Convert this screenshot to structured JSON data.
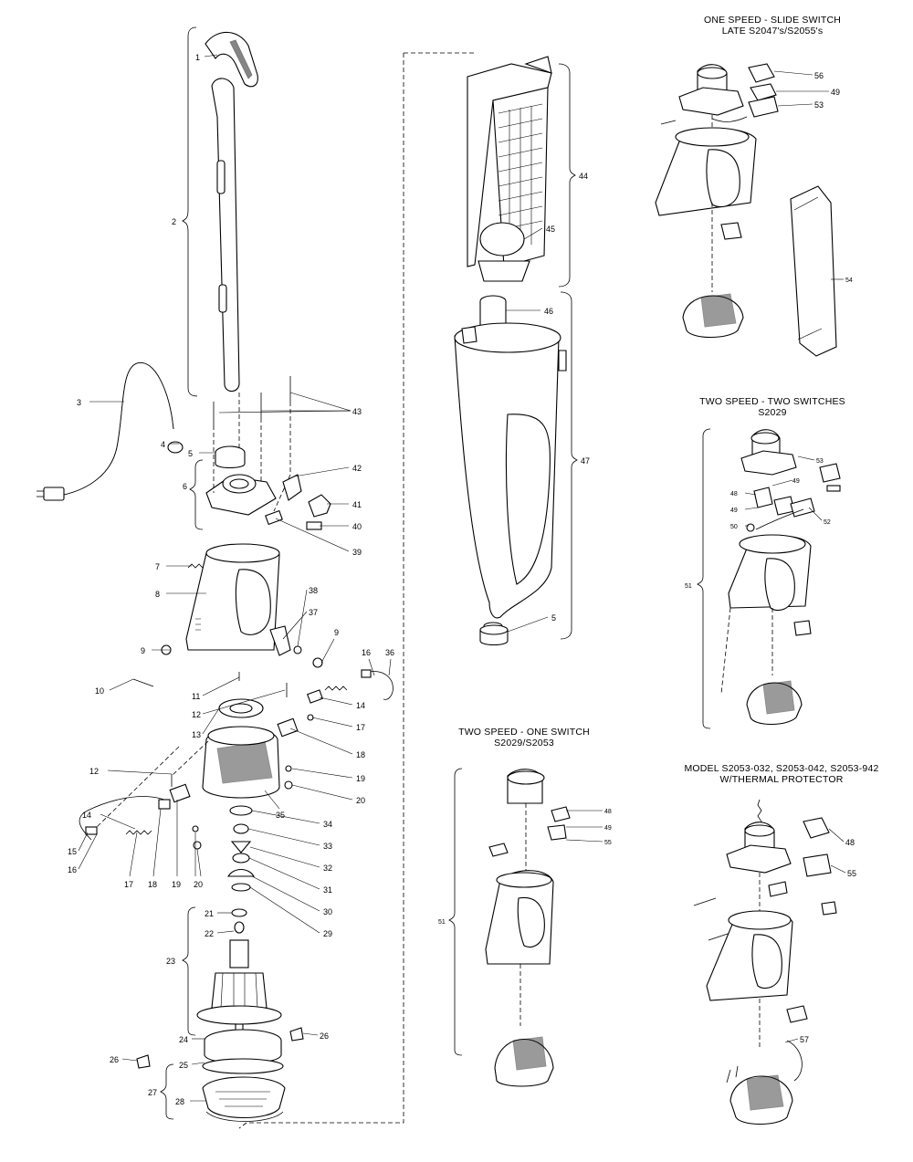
{
  "headings": {
    "one_speed_slide_line1": "ONE SPEED - SLIDE SWITCH",
    "one_speed_slide_line2": "LATE S2047's/S2055's",
    "two_speed_two_line1": "TWO SPEED - TWO SWITCHES",
    "two_speed_two_line2": "S2029",
    "two_speed_one_line1": "TWO SPEED - ONE SWITCH",
    "two_speed_one_line2": "S2029/S2053",
    "model_line1": "MODEL S2053-032, S2053-042, S2053-942",
    "model_line2": "W/THERMAL PROTECTOR"
  },
  "callouts": {
    "c1": "1",
    "c2": "2",
    "c3": "3",
    "c4": "4",
    "c5": "5",
    "c6": "6",
    "c7": "7",
    "c8": "8",
    "c9": "9",
    "c10": "10",
    "c11": "11",
    "c12": "12",
    "c13": "13",
    "c14": "14",
    "c15": "15",
    "c16": "16",
    "c17": "17",
    "c18": "18",
    "c19": "19",
    "c20": "20",
    "c21": "21",
    "c22": "22",
    "c23": "23",
    "c24": "24",
    "c25": "25",
    "c26": "26",
    "c27": "27",
    "c28": "28",
    "c29": "29",
    "c30": "30",
    "c31": "31",
    "c32": "32",
    "c33": "33",
    "c34": "34",
    "c35": "35",
    "c36": "36",
    "c37": "37",
    "c38": "38",
    "c39": "39",
    "c40": "40",
    "c41": "41",
    "c42": "42",
    "c43": "43",
    "c44": "44",
    "c45": "45",
    "c46": "46",
    "c47": "47",
    "c48": "48",
    "c49": "49",
    "c50": "50",
    "c51": "51",
    "c52": "52",
    "c53": "53",
    "c54": "54",
    "c55": "55",
    "c56": "56",
    "c57": "57"
  }
}
